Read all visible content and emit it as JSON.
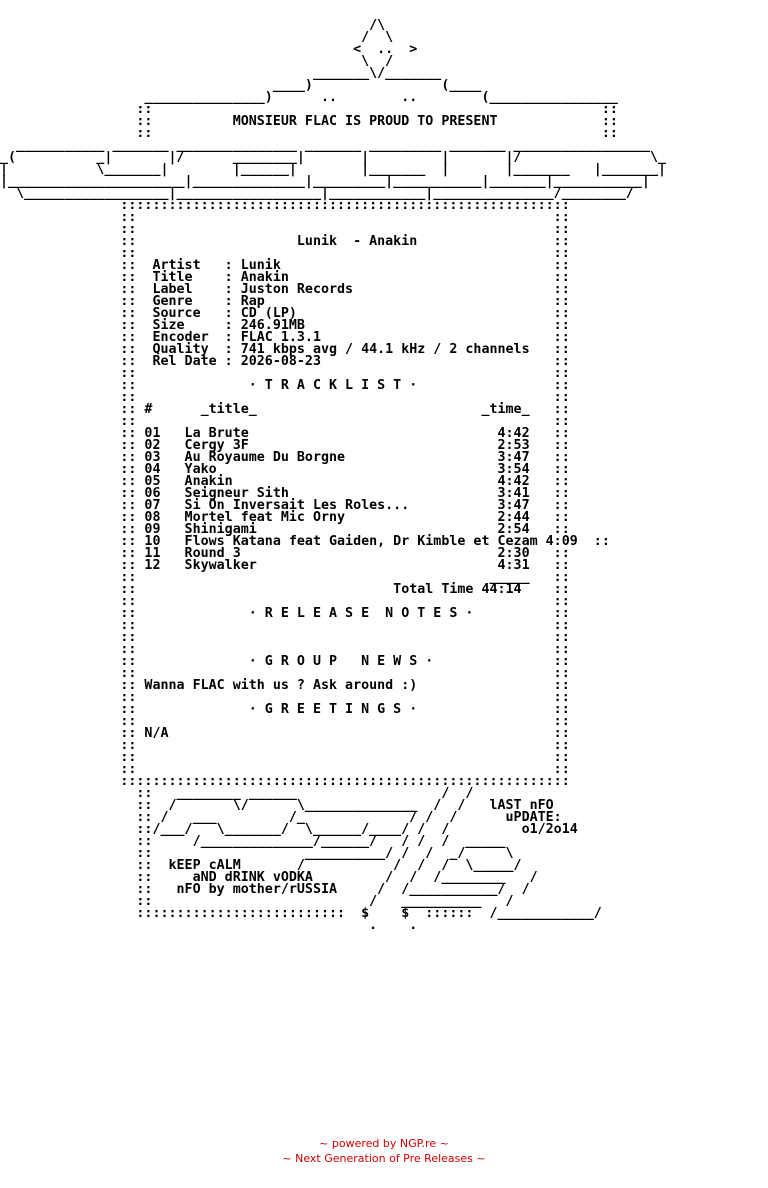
{
  "nfo_text": "                                              /\\\n                                             /  \\\n                                            <  ..  >\n                                             \\  /\n                                       _______\\/_______\n                                  ____)                (____\n                  _______________)      ..        ..        (________________\n                 ::                                                        ::\n                 ::          MONSIEUR FLAC IS PROUD TO PRESENT             ::\n                 ::                                                        ::\n  ___________ _______ _______________ _______ _________ _______ _________________\n_(          _|       |/      ________|       |         |       |/                \\_\n|           \\_______|        |______|        |_______  |       |_______   |_______|\n|______________________|______________|_________|___________|_______|___________|\n  \\__________________|__________________|____________|_______________/________/\n               ::::::::::::::::::::::::::::::::::::::::::::::::::::::::\n               ::                                                    ::\n               ::                                                    ::\n               ::                    Lunik  - Anakin                 ::\n               ::                                                    ::\n               ::  Artist   : Lunik                                  ::\n               ::  Title    : Anakin                                 ::\n               ::  Label    : Juston Records                         ::\n               ::  Genre    : Rap                                    ::\n               ::  Source   : CD (LP)                                ::\n               ::  Size     : 246.91MB                               ::\n               ::  Encoder  : FLAC 1.3.1                             ::\n               ::  Quality  : 741 kbps avg / 44.1 kHz / 2 channels   ::\n               ::  Rel Date : 2026-08-23                             ::\n               ::                                                    ::\n               ::              · T R A C K L I S T ·                 ::\n               ::                                                    ::\n               :: #      _title_                            _time_   ::\n               ::                                                    ::\n               :: 01   La Brute                               4:42   ::\n               :: 02   Cergy 3F                               2:53   ::\n               :: 03   Au Royaume Du Borgne                   3:47   ::\n               :: 04   Yako                                   3:54   ::\n               :: 05   Anakin                                 4:42   ::\n               :: 06   Seigneur Sith                          3:41   ::\n               :: 07   Si On Inversait Les Roles...           3:47   ::\n               :: 08   Mortel feat Mic Orny                   2:44   ::\n               :: 09   Shinigami                              2:54   ::\n               :: 10   Flows Katana feat Gaiden, Dr Kimble et Cezam 4:09  ::\n               :: 11   Round 3                                2:30   ::\n               :: 12   Skywalker                              4:31   ::\n               ::                                            _____   ::\n               ::                                Total Time 44:14    ::\n               ::                                                    ::\n               ::              · R E L E A S E  N O T E S ·          ::\n               ::                                                    ::\n               ::                                                    ::\n               ::                                                    ::\n               ::              · G R O U P   N E W S ·               ::\n               ::                                                    ::\n               :: Wanna FLAC with us ? Ask around :)                 ::\n               ::                                                    ::\n               ::              · G R E E T I N G S ·                 ::\n               ::                                                    ::\n               :: N/A                                                ::\n               ::                                                    ::\n               ::                                                    ::\n               ::                                                    ::\n               ::::::::::::::::::::::::::::::::::::::::::::::::::::::::\n                 ::   ________ ______                  /  /\n                 ::  /       \\/      \\______________  /  /   lAST nFO\n                 :: /   ___         /_             / /  /      uPDATE:\n                 ::/___/   \\_______/  \\______/____/ /  /         o1/2o14\n                 ::     /______________/______/   / /  /  _____\n                 ::                   __________/ /  /  _/     \\\n                 ::  kEEP cALM       /           /  /  /  \\_____/\n                 ::     aND dRINK vODKA         /  /  /________   /\n                 ::   nFO by mother/rUSSIA     /  /___________/  /\n                 ::                           /   __________   /\n                 ::::::::::::::::::::::::::  $    $  ::::::  /____________/\n                                              .    .",
  "footer": {
    "line1": "~ powered by NGP.re ~",
    "line2": "~ Next Generation of Pre Releases ~"
  }
}
